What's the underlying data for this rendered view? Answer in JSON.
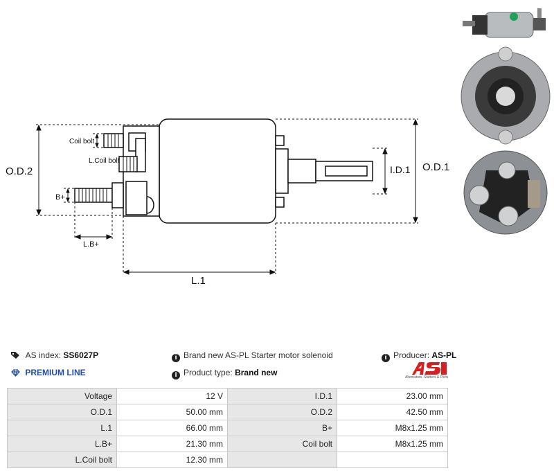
{
  "drawing": {
    "labels": {
      "od2": "O.D.2",
      "od1": "O.D.1",
      "id1": "I.D.1",
      "l1": "L.1",
      "lb": "L.B+",
      "bplus": "B+",
      "coil_bolt": "Coil bolt",
      "l_coil_bolt": "L.Coil bolt"
    }
  },
  "info": {
    "as_index_label": "AS index:",
    "as_index_value": "SS6027P",
    "premium_line": "PREMIUM LINE",
    "description": "Brand new AS-PL Starter motor solenoid",
    "product_type_label": "Product type:",
    "product_type_value": "Brand new",
    "producer_label": "Producer:",
    "producer_value": "AS-PL",
    "logo_subtitle": "Alternators, Starters & Parts"
  },
  "specs": [
    {
      "k1": "Voltage",
      "v1": "12 V",
      "k2": "I.D.1",
      "v2": "23.00 mm"
    },
    {
      "k1": "O.D.1",
      "v1": "50.00 mm",
      "k2": "O.D.2",
      "v2": "42.50 mm"
    },
    {
      "k1": "L.1",
      "v1": "66.00 mm",
      "k2": "B+",
      "v2": "M8x1.25 mm"
    },
    {
      "k1": "L.B+",
      "v1": "21.30 mm",
      "k2": "Coil bolt",
      "v2": "M8x1.25 mm"
    },
    {
      "k1": "L.Coil bolt",
      "v1": "12.30 mm",
      "k2": "",
      "v2": ""
    }
  ],
  "colors": {
    "premium": "#1d4fa8",
    "logo_red": "#d81e1e",
    "table_key_bg": "#e7e7e7"
  }
}
